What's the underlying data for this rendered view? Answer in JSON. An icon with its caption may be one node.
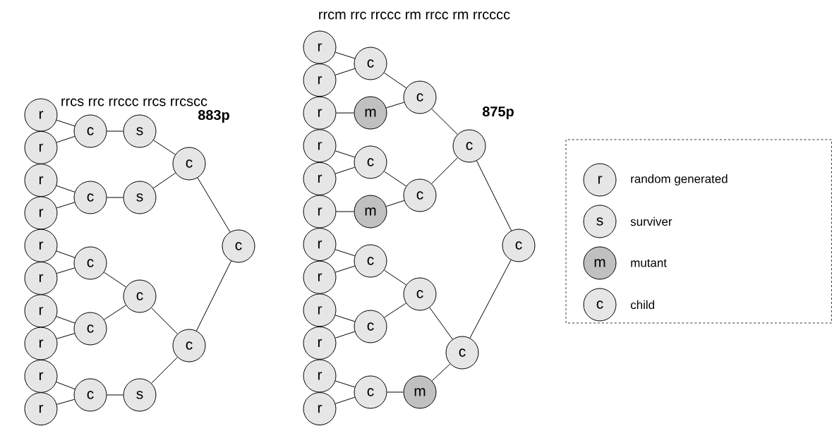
{
  "diagram": {
    "nodes": [
      {
        "text": [
          "r"
        ]
      },
      {
        "text": [
          "r"
        ]
      },
      {
        "text": [
          "r"
        ]
      },
      {
        "text": [
          "r"
        ]
      },
      {
        "text": [
          "r"
        ]
      },
      {
        "text": [
          "r"
        ]
      },
      {
        "text": [
          "r"
        ]
      },
      {
        "text": [
          "r"
        ]
      },
      {
        "text": [
          "r"
        ]
      },
      {
        "text": [
          "r"
        ]
      },
      {
        "text": [
          "c"
        ]
      },
      {
        "text": [
          "s"
        ]
      },
      {
        "text": [
          "c"
        ]
      },
      {
        "text": [
          "s"
        ]
      },
      {
        "text": [
          "c"
        ]
      },
      {
        "text": [
          "c"
        ]
      },
      {
        "text": [
          "c"
        ]
      },
      {
        "text": [
          "c"
        ]
      },
      {
        "text": [
          "c"
        ]
      },
      {
        "text": [
          "s"
        ]
      },
      {
        "text": [
          "c"
        ]
      },
      {
        "text": [
          "c"
        ]
      },
      {
        "text": [
          "r"
        ]
      },
      {
        "text": [
          "r"
        ]
      },
      {
        "text": [
          "r"
        ]
      },
      {
        "text": [
          "r"
        ]
      },
      {
        "text": [
          "r"
        ]
      },
      {
        "text": [
          "r"
        ]
      },
      {
        "text": [
          "r"
        ]
      },
      {
        "text": [
          "r"
        ]
      },
      {
        "text": [
          "r"
        ]
      },
      {
        "text": [
          "r"
        ]
      },
      {
        "text": [
          "r"
        ]
      },
      {
        "text": [
          "r"
        ]
      },
      {
        "text": [
          "c"
        ]
      },
      {
        "text": [
          "m"
        ]
      },
      {
        "text": [
          "c"
        ]
      },
      {
        "text": [
          "c"
        ]
      },
      {
        "text": [
          "m"
        ]
      },
      {
        "text": [
          "c"
        ]
      },
      {
        "text": [
          "c"
        ]
      },
      {
        "text": [
          "c"
        ]
      },
      {
        "text": [
          "c"
        ]
      },
      {
        "text": [
          "c"
        ]
      },
      {
        "text": [
          "c"
        ]
      },
      {
        "text": [
          "m"
        ]
      },
      {
        "text": [
          "c"
        ]
      },
      {
        "text": [
          "c"
        ]
      }
    ],
    "edges": [
      {
        "from": 0,
        "to": 10,
        "arrow": "none"
      },
      {
        "from": 1,
        "to": 10,
        "arrow": "none"
      },
      {
        "from": 10,
        "to": 11,
        "arrow": "none"
      },
      {
        "from": 2,
        "to": 12,
        "arrow": "none"
      },
      {
        "from": 3,
        "to": 12,
        "arrow": "none"
      },
      {
        "from": 12,
        "to": 13,
        "arrow": "none"
      },
      {
        "from": 11,
        "to": 14,
        "arrow": "none"
      },
      {
        "from": 13,
        "to": 14,
        "arrow": "none"
      },
      {
        "from": 4,
        "to": 15,
        "arrow": "none"
      },
      {
        "from": 5,
        "to": 15,
        "arrow": "none"
      },
      {
        "from": 6,
        "to": 16,
        "arrow": "none"
      },
      {
        "from": 7,
        "to": 16,
        "arrow": "none"
      },
      {
        "from": 15,
        "to": 17,
        "arrow": "none"
      },
      {
        "from": 16,
        "to": 17,
        "arrow": "none"
      },
      {
        "from": 8,
        "to": 18,
        "arrow": "none"
      },
      {
        "from": 9,
        "to": 18,
        "arrow": "none"
      },
      {
        "from": 18,
        "to": 19,
        "arrow": "none"
      },
      {
        "from": 17,
        "to": 20,
        "arrow": "none"
      },
      {
        "from": 19,
        "to": 20,
        "arrow": "none"
      },
      {
        "from": 14,
        "to": 21,
        "arrow": "none"
      },
      {
        "from": 20,
        "to": 21,
        "arrow": "none"
      },
      {
        "from": 22,
        "to": 34,
        "arrow": "none"
      },
      {
        "from": 23,
        "to": 34,
        "arrow": "none"
      },
      {
        "from": 24,
        "to": 35,
        "arrow": "none"
      },
      {
        "from": 34,
        "to": 36,
        "arrow": "none"
      },
      {
        "from": 35,
        "to": 36,
        "arrow": "none"
      },
      {
        "from": 25,
        "to": 37,
        "arrow": "none"
      },
      {
        "from": 26,
        "to": 37,
        "arrow": "none"
      },
      {
        "from": 27,
        "to": 38,
        "arrow": "none"
      },
      {
        "from": 37,
        "to": 39,
        "arrow": "none"
      },
      {
        "from": 38,
        "to": 39,
        "arrow": "none"
      },
      {
        "from": 36,
        "to": 40,
        "arrow": "none"
      },
      {
        "from": 39,
        "to": 40,
        "arrow": "none"
      },
      {
        "from": 28,
        "to": 41,
        "arrow": "none"
      },
      {
        "from": 29,
        "to": 41,
        "arrow": "none"
      },
      {
        "from": 30,
        "to": 42,
        "arrow": "none"
      },
      {
        "from": 31,
        "to": 42,
        "arrow": "none"
      },
      {
        "from": 41,
        "to": 43,
        "arrow": "none"
      },
      {
        "from": 42,
        "to": 43,
        "arrow": "none"
      },
      {
        "from": 32,
        "to": 44,
        "arrow": "none"
      },
      {
        "from": 33,
        "to": 44,
        "arrow": "none"
      },
      {
        "from": 44,
        "to": 45,
        "arrow": "none"
      },
      {
        "from": 43,
        "to": 46,
        "arrow": "none"
      },
      {
        "from": 45,
        "to": 46,
        "arrow": "none"
      },
      {
        "from": 40,
        "to": 47,
        "arrow": "none"
      },
      {
        "from": 46,
        "to": 47,
        "arrow": "none"
      }
    ],
    "labels": [
      "rrcm rrc rrccc rm rrcc rm rrcccc",
      "rrcs rrc rrccc rrcs rrcscc",
      "875p",
      "883p",
      "r",
      "s",
      "m",
      "c"
    ],
    "legend": [
      {
        "text": "random generated",
        "color": "#e6e6e6"
      },
      {
        "text": "surviver",
        "color": "#e6e6e6"
      },
      {
        "text": "mutant",
        "color": "#c0c0c0"
      },
      {
        "text": "child",
        "color": "#e6e6e6"
      }
    ]
  }
}
